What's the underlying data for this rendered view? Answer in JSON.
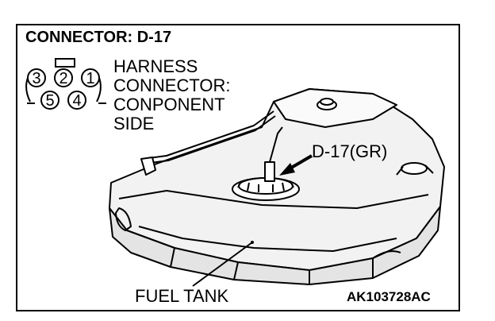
{
  "title": "CONNECTOR: D-17",
  "harness_lines": [
    "HARNESS",
    "CONNECTOR:",
    "CONPONENT",
    "SIDE"
  ],
  "connector_pins": {
    "top": [
      "3",
      "2",
      "1"
    ],
    "bottom": [
      "5",
      "4"
    ]
  },
  "callout_label": "D-17(GR)",
  "component_label": "FUEL TANK",
  "figure_code": "AK103728AC"
}
